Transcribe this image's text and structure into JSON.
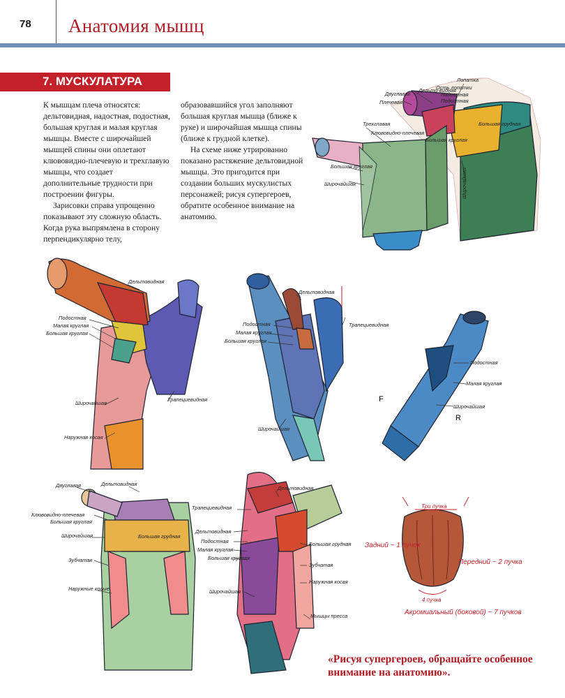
{
  "header": {
    "page_number": "78",
    "title": "Анатомия мышц"
  },
  "section": {
    "title": "7. МУСКУЛАТУРА"
  },
  "body": {
    "col1": [
      "К мышцам плеча относятся: дельтовидная, надостная, подостная, большая круглая и малая круглая мышцы. Вместе с широчайшей мышцей спины они оплетают клювовидно-плечевую и трехглавую мышцы, что создает дополнительные трудности при построении фигуры.",
      "Зарисовки справа упрощенно показывают эту сложную область. Когда рука выпрямлена в сторону перпендикулярно телу,"
    ],
    "col2": [
      "образовавшийся угол заполняют большая круглая мышца (ближе к руке) и широчайшая мышца спины (ближе к грудной клетке).",
      "На схеме ниже утрированно показано растяжение дельтовидной мышцы. Это пригодится при создании больших мускулистых персонажей; рисуя супергероев, обратите особенное внимание на анатомию."
    ]
  },
  "fig1_labels": [
    "Лопатка",
    "Двуглавая",
    "Дельто-видная",
    "Плечевая",
    "Ость лопатки",
    "Надостная",
    "Подостная",
    "Большая грудная",
    "Трехглавая",
    "Клювовидно-плечевая",
    "Большая круглая",
    "Большая круглая",
    "Широчайшая",
    "Широчайшая"
  ],
  "fig2_labels": [
    "Дельтовидная",
    "Подостная",
    "Малая круглая",
    "Большая круглая",
    "Трапециевидная",
    "Широчайшая",
    "Наружная косая"
  ],
  "fig3_labels": [
    "Дельтовидная",
    "Подостная",
    "Малая круглая",
    "Большая круглая",
    "Трапециевидная",
    "Широчайшая"
  ],
  "fig4_labels": [
    "Подостная",
    "Малая круглая",
    "Широчайшая",
    "F",
    "R"
  ],
  "fig5_labels": [
    "Двуглавая",
    "Дельтовидная",
    "Клювовидно-плечевая",
    "Большая круглая",
    "Широчайшая",
    "Большая грудная",
    "Зубчатая",
    "Наружные косые"
  ],
  "fig6_labels": [
    "Трапециевидная",
    "Дельтовидная",
    "Дельтовидная",
    "Подостная",
    "Малая круглая",
    "Большая круглая",
    "Большая грудная",
    "Зубчатая",
    "Наружная косая",
    "Широчайшая",
    "Мышцы пресса"
  ],
  "fig7_labels": [
    "Три пучка",
    "Задний ~ 1 пучок",
    "Передний ~ 2 пучка",
    "4 пучка",
    "Акромиальный (боковой) ~ 7 пучков"
  ],
  "quote": "«Рисуя супергероев, обращайте особенное внимание на анатомию»."
}
